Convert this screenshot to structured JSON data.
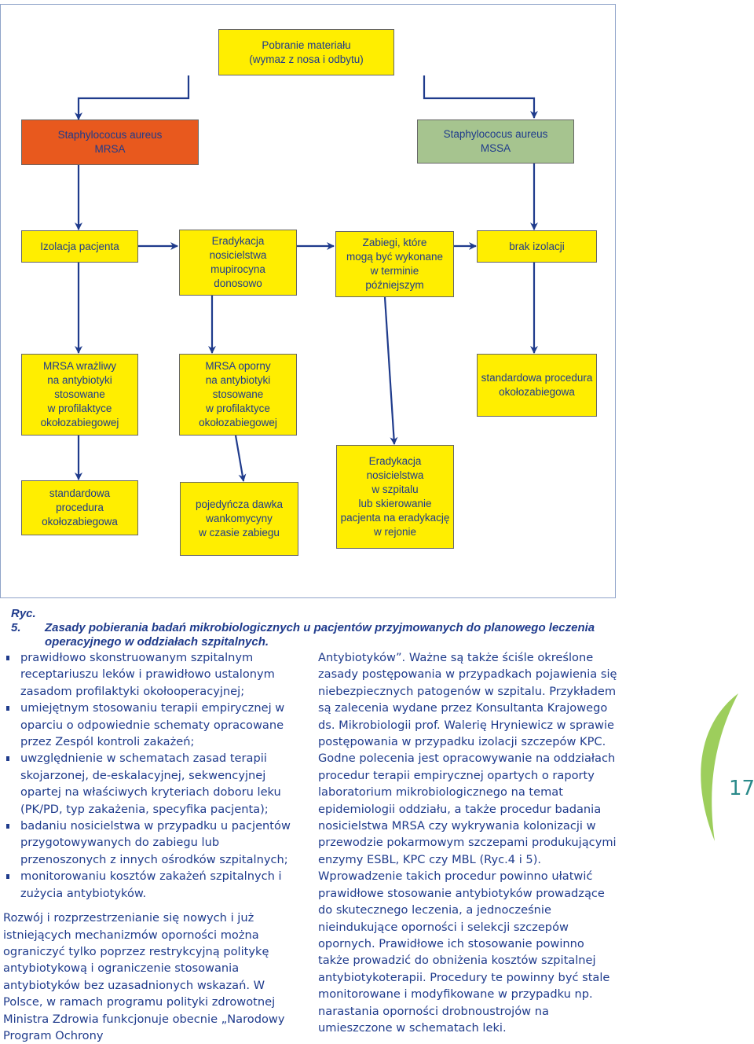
{
  "diagram": {
    "nodes": {
      "start": "Pobranie materiału\n(wymaz z nosa i odbytu)",
      "mrsa": "Staphylococus aureus\nMRSA",
      "mssa": "Staphylococus aureus\nMSSA",
      "izolacja": "Izolacja pacjenta",
      "eradykacja_mupirocyna": "Eradykacja\nnosicielstwa\nmupirocyna\ndonosowo",
      "zabiegi": "Zabiegi, które\nmogą być wykonane\nw terminie\npóźniejszym",
      "brak_izolacji": "brak izolacji",
      "mrsa_wrazliwy": "MRSA wrażliwy\nna antybiotyki\nstosowane\nw profilaktyce\nokołozabiegowej",
      "mrsa_oporny": "MRSA oporny\nna antybiotyki\nstosowane\nw profilaktyce\nokołozabiegowej",
      "standard_mssa": "standardowa procedura\nokołozabiegowa",
      "standard_mrsa": "standardowa procedura\nokołozabiegowa",
      "wankomycyna": "pojedyńcza dawka\nwankomycyny\nw czasie zabiegu",
      "eradykacja_szpital": "Eradykacja\nnosicielstwa\nw szpitalu\nlub skierowanie\npacjenta na eradykację\nw rejonie"
    },
    "colors": {
      "yellow": "#ffee00",
      "red": "#e8591e",
      "green": "#a6c48f",
      "text": "#1f3b8c"
    }
  },
  "caption": {
    "label": "Ryc. 5.",
    "line1": "Zasady pobierania badań mikrobiologicznych u pacjentów przyjmowanych do planowego leczenia",
    "line2": "operacyjnego w oddziałach szpitalnych."
  },
  "left_column": {
    "bullets": [
      "prawidłowo skonstruowanym szpitalnym receptariuszu leków i prawidłowo ustalonym zasadom profilaktyki okołooperacyjnej;",
      "umiejętnym stosowaniu terapii empirycznej w oparciu o odpowiednie schematy opracowane przez Zespól kontroli zakażeń;",
      "uwzględnienie w schematach zasad terapii skojarzonej, de-eskalacyjnej, sekwencyjnej opartej na właściwych kryteriach doboru leku (PK/PD, typ zakażenia, specyfika pacjenta);",
      "badaniu nosicielstwa w przypadku u pacjentów przygotowywanych do zabiegu lub przenoszonych z innych ośrodków szpitalnych;",
      "monitorowaniu kosztów zakażeń szpitalnych i zużycia antybiotyków."
    ],
    "paragraph": "Rozwój i rozprzestrzenianie się nowych i już istniejących mechanizmów oporności można ograniczyć tylko poprzez restrykcyjną politykę antybiotykową i ograniczenie stosowania antybiotyków bez uzasadnionych wskazań. W Polsce, w ramach programu polityki zdrowotnej Ministra Zdrowia funkcjonuje obecnie „Narodowy Program Ochrony"
  },
  "right_column": {
    "paragraph1": "Antybiotyków”. Ważne są także ściśle określone zasady postępowania w przypadkach pojawienia się niebezpiecznych patogenów w szpitalu. Przykładem są zalecenia wydane przez Konsultanta Krajowego ds. Mikrobiologii prof. Walerię Hryniewicz w sprawie postępowania w przypadku izolacji szczepów KPC. Godne polecenia jest opracowywanie na oddziałach procedur terapii empirycznej opartych o raporty laboratorium mikrobiologicznego na temat epidemiologii oddziału, a także procedur badania nosicielstwa MRSA czy wykrywania kolonizacji w przewodzie pokarmowym szczepami produkującymi enzymy ESBL, KPC czy MBL (Ryc.4 i 5).",
    "paragraph2": "Wprowadzenie takich procedur powinno ułatwić prawidłowe stosowanie antybiotyków prowadzące do skutecznego leczenia, a jednocześnie nieindukujące oporności i selekcji szczepów opornych. Prawidłowe ich stosowanie powinno także prowadzić do obniżenia kosztów szpitalnej antybiotykoterapii. Procedury te powinny być stale monitorowane i modyfikowane w przypadku np. narastania oporności drobnoustrojów na umieszczone w schematach leki."
  },
  "page_number": "17"
}
